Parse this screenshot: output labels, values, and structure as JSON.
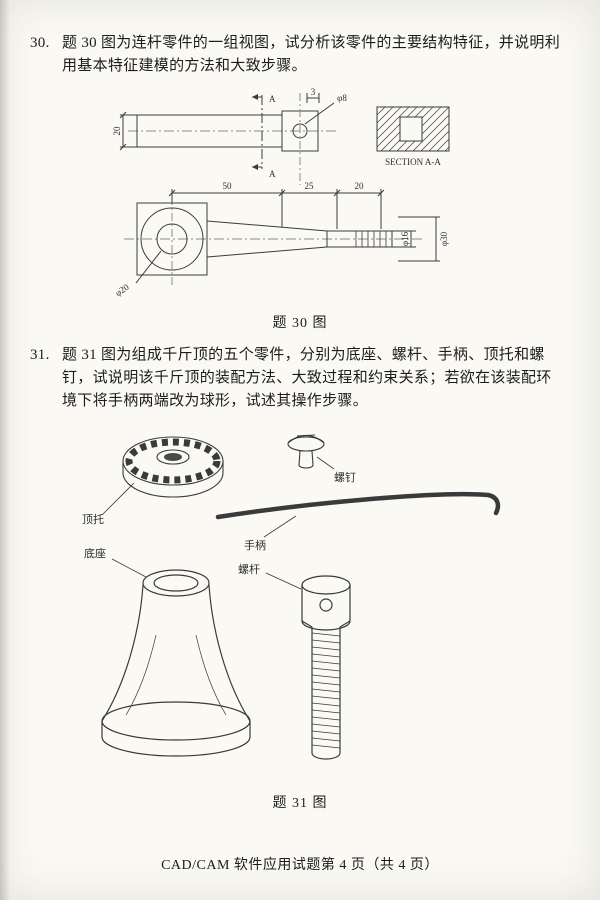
{
  "page": {
    "footer": "CAD/CAM 软件应用试题第 4 页（共 4 页）"
  },
  "q30": {
    "number": "30.",
    "body": "题 30 图为连杆零件的一组视图，试分析该零件的主要结构特征，并说明利用基本特征建模的方法和大致步骤。",
    "caption": "题 30 图",
    "drawing": {
      "dim_height_20": "20",
      "dim_phi8": "φ8",
      "dim_3": "3",
      "section_letter_top": "A",
      "section_letter_bottom": "A",
      "section_title": "SECTION A-A",
      "dim_50": "50",
      "dim_25": "25",
      "dim_20": "20",
      "dim_phi20": "φ20",
      "dim_phi16": "φ16",
      "dim_phi30": "φ30"
    }
  },
  "q31": {
    "number": "31.",
    "body": "题 31 图为组成千斤顶的五个零件，分别为底座、螺杆、手柄、顶托和螺钉，试说明该千斤顶的装配方法、大致过程和约束关系；若欲在该装配环境下将手柄两端改为球形，试述其操作步骤。",
    "caption": "题 31 图",
    "labels": {
      "top_nut": "顶托",
      "screw_pin": "螺钉",
      "handle": "手柄",
      "base": "底座",
      "screw_rod": "螺杆"
    }
  }
}
